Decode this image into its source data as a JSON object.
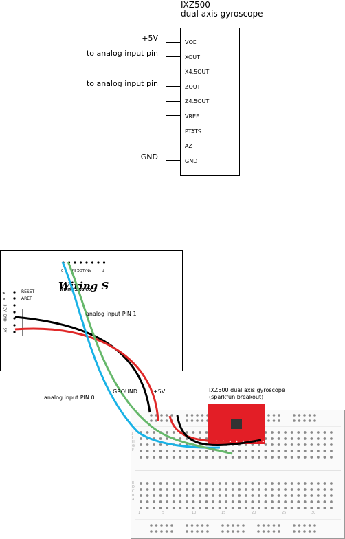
{
  "schematic": {
    "title_line1": "IXZ500",
    "title_line2": "dual axis gyroscope",
    "pins": [
      "VCC",
      "XOUT",
      "X4.5OUT",
      "ZOUT",
      "Z4.5OUT",
      "VREF",
      "PTATS",
      "AZ",
      "GND"
    ],
    "connections": {
      "vcc": "+5V",
      "xout": "to analog input pin",
      "zout": "to analog input pin",
      "gnd": "GND"
    }
  },
  "board": {
    "logo": "Wiring S",
    "url": "WIRING.ORG.CO",
    "analog_header": "ANALOG IN",
    "analog_first": "0",
    "analog_last": "7",
    "power_labels": [
      "RESET",
      "AREF"
    ],
    "side_labels": [
      "R",
      "A",
      "3.3V",
      "GND",
      "5V"
    ]
  },
  "annotations": {
    "analog_pin1": "analog input PIN 1",
    "analog_pin0": "analog input PIN 0",
    "ground": "GROUND",
    "plus5v": "+5V",
    "module_line1": "IXZ500 dual axis gyroscope",
    "module_line2": "(sparkfun breakout)"
  },
  "breadboard": {
    "row_letters_top": [
      "J",
      "I",
      "H",
      "G",
      "F"
    ],
    "row_letters_bottom": [
      "E",
      "D",
      "C",
      "B",
      "A"
    ],
    "column_numbers": [
      "1",
      "5",
      "10",
      "15",
      "20",
      "25",
      "30"
    ]
  },
  "colors": {
    "wire_blue": "#19b2e6",
    "wire_green": "#66b86b",
    "wire_red": "#e02828",
    "wire_black": "#000000",
    "module_red": "#e31e26",
    "chip": "#333333"
  }
}
